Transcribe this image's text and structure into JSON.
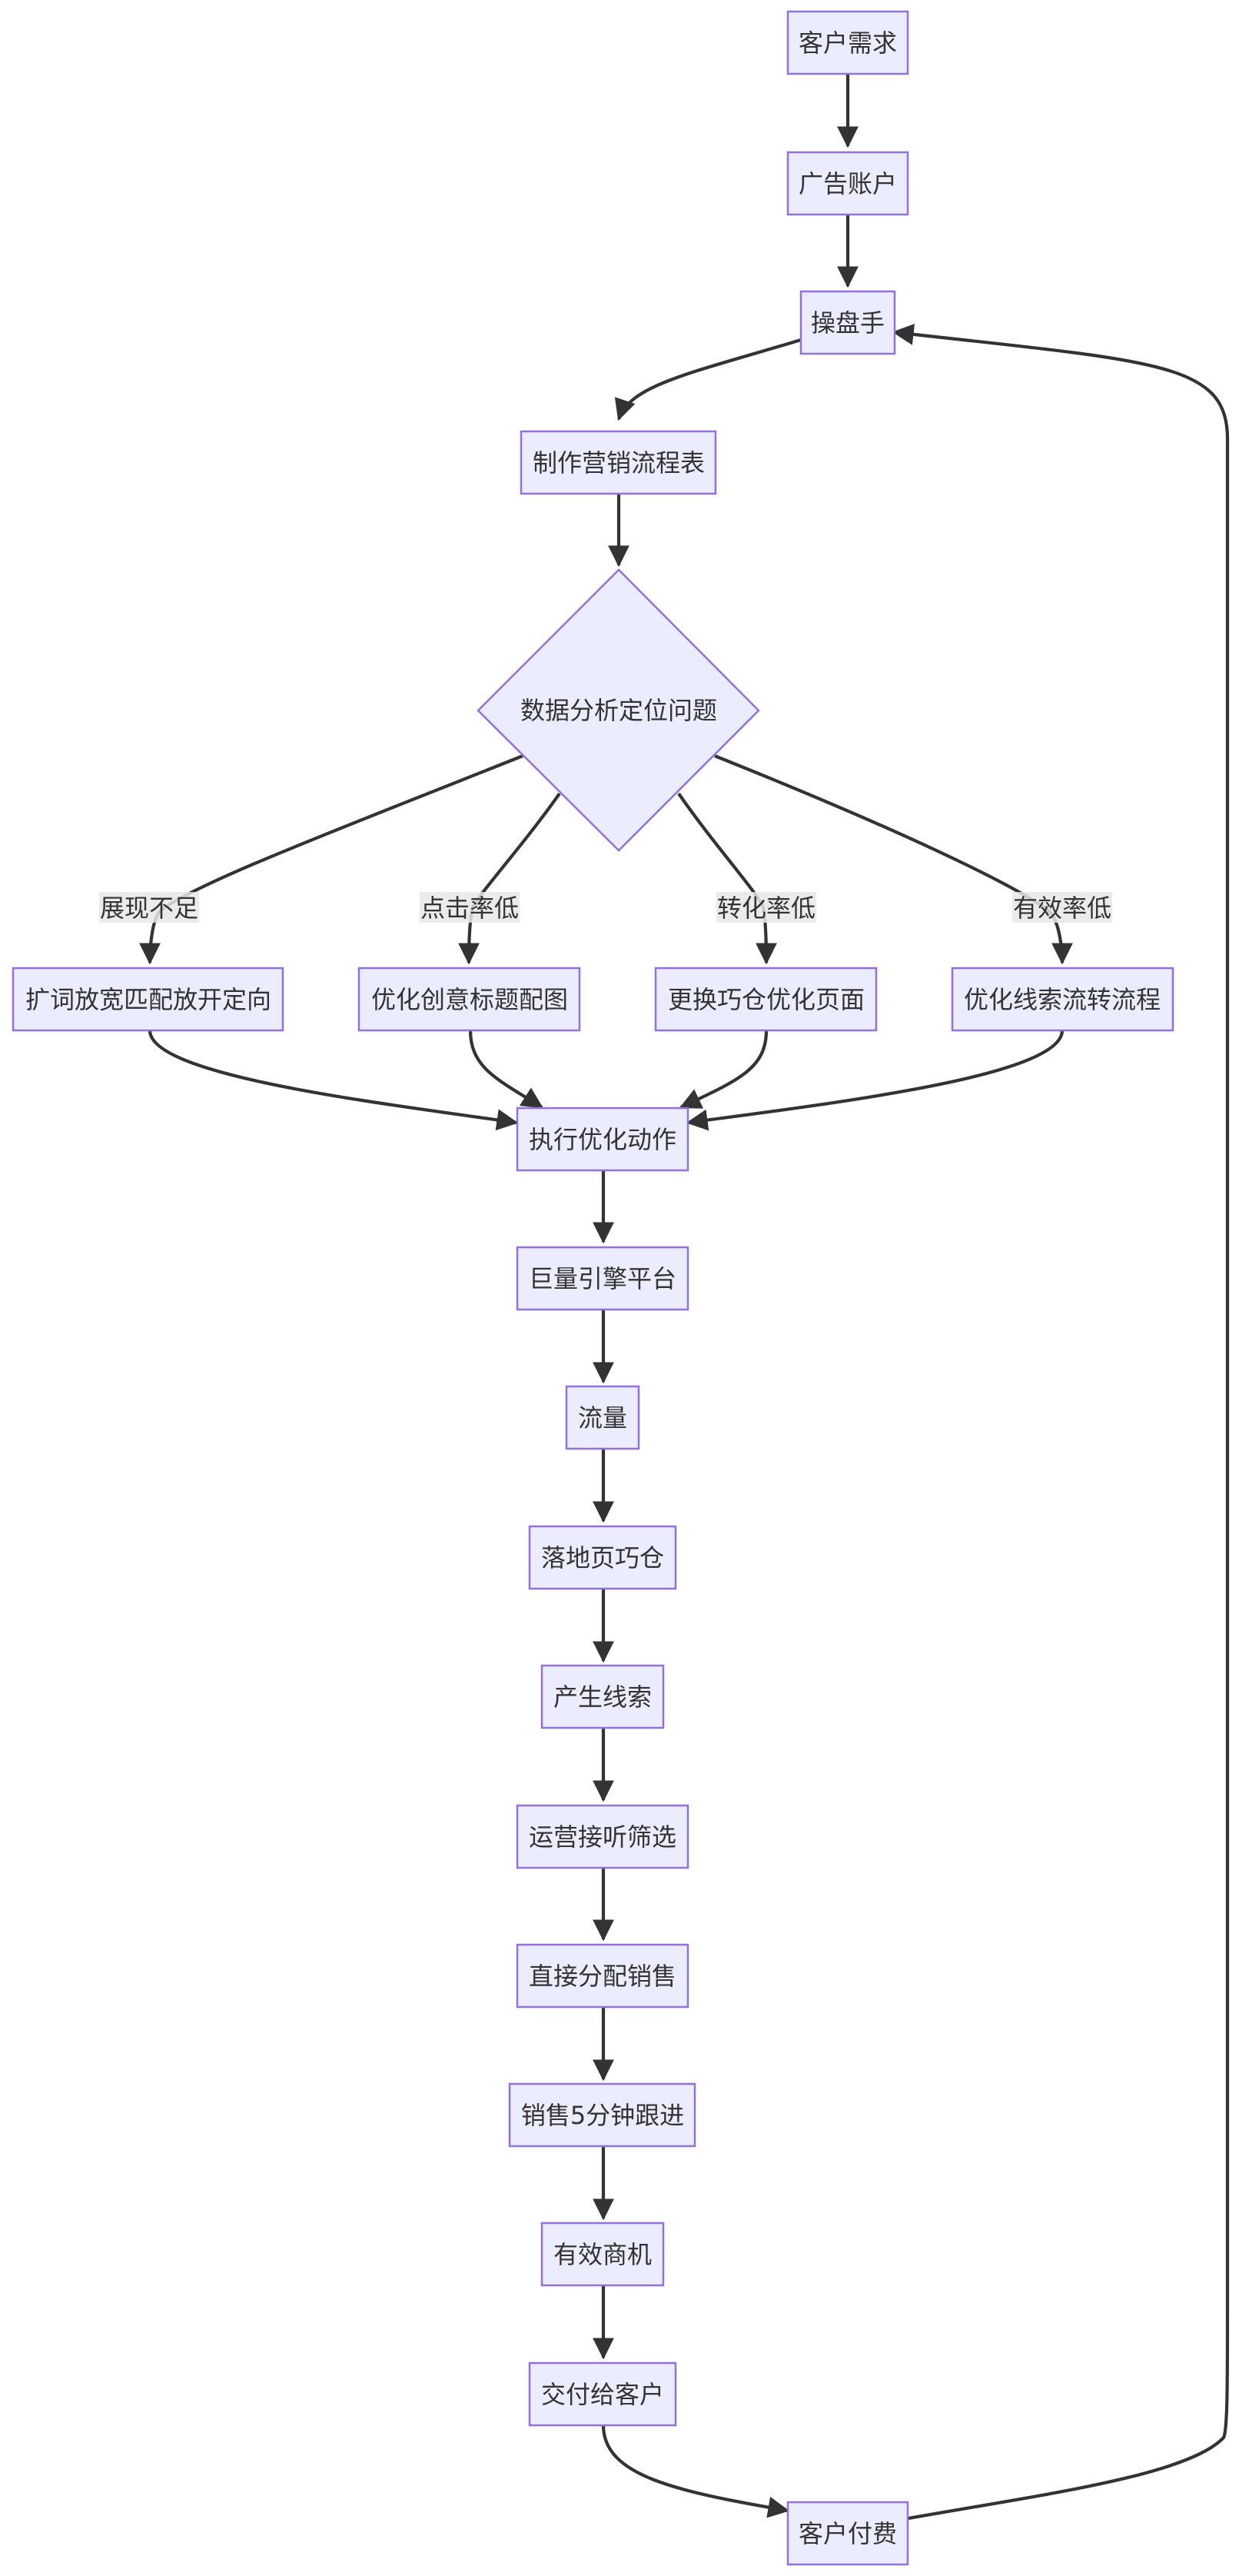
{
  "nodes": {
    "customer_demand": "客户需求",
    "ad_account": "广告账户",
    "operator": "操盘手",
    "marketing_flow": "制作营销流程表",
    "data_analysis": "数据分析定位问题",
    "expand_keywords": "扩词放宽匹配放开定向",
    "optimize_creative": "优化创意标题配图",
    "change_page": "更换巧仓优化页面",
    "optimize_leads": "优化线索流转流程",
    "execute_actions": "执行优化动作",
    "platform": "巨量引擎平台",
    "traffic": "流量",
    "landing_page": "落地页巧仓",
    "generate_leads": "产生线索",
    "screening": "运营接听筛选",
    "assign_sales": "直接分配销售",
    "sales_follow": "销售5分钟跟进",
    "valid_opportunity": "有效商机",
    "deliver": "交付给客户",
    "customer_pays": "客户付费"
  },
  "edge_labels": {
    "low_impressions": "展现不足",
    "low_ctr": "点击率低",
    "low_conversion": "转化率低",
    "low_valid_rate": "有效率低"
  },
  "colors": {
    "node_fill": "#ececff",
    "node_stroke": "#9370db",
    "edge": "#333333",
    "text": "#333333"
  }
}
